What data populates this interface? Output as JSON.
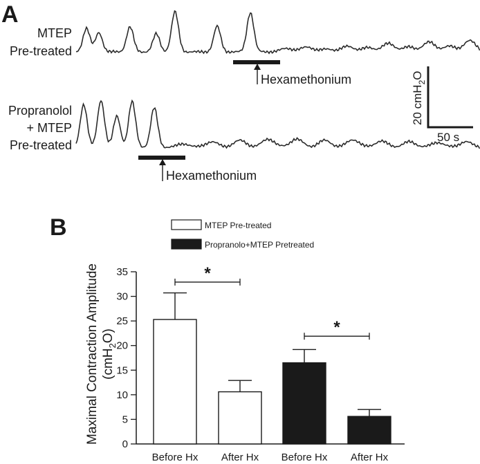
{
  "panel_a": {
    "letter": "A",
    "traces": [
      {
        "label_lines": [
          "MTEP",
          "Pre-treated"
        ],
        "drug_label": "Hexamethonium",
        "peaks_before": [
          34,
          28,
          36,
          26,
          58,
          37,
          57
        ],
        "peaks_after": [
          5,
          7,
          4,
          8,
          6,
          12,
          7,
          14,
          8,
          16
        ]
      },
      {
        "label_lines": [
          "Propranolol",
          "+ MTEP",
          "Pre-treated"
        ],
        "drug_label": "Hexamethonium",
        "peaks_before": [
          62,
          68,
          45,
          66,
          57
        ],
        "peaks_after": [
          5,
          8,
          10,
          12,
          12,
          10,
          11,
          9,
          8,
          7,
          8
        ]
      }
    ],
    "scale_bar": {
      "vertical_label": "20 cmH",
      "vertical_sub": "2",
      "vertical_suffix": "O",
      "horizontal_label": "50 s"
    }
  },
  "panel_b": {
    "letter": "B"
  },
  "chart_data": {
    "type": "bar",
    "categories": [
      "Before Hx",
      "After Hx",
      "Before Hx",
      "After Hx"
    ],
    "series": [
      {
        "name": "MTEP Pre-treated",
        "values": [
          25.3,
          10.6,
          null,
          null
        ],
        "errors": [
          5.4,
          2.3,
          null,
          null
        ],
        "color": "#ffffff"
      },
      {
        "name": "Propranolo+MTEP Pretreated",
        "values": [
          null,
          null,
          16.5,
          5.6
        ],
        "errors": [
          null,
          null,
          2.7,
          1.4
        ],
        "color": "#1a1a1a"
      }
    ],
    "ylabel_main": "Maximal Contraction Amplitude",
    "ylabel_unit_prefix": "(cmH",
    "ylabel_unit_sub": "2",
    "ylabel_unit_suffix": "O)",
    "ylim": [
      0,
      35
    ],
    "yticks": [
      "0",
      "5",
      "10",
      "15",
      "20",
      "25",
      "30",
      "35"
    ],
    "significance": [
      {
        "from": 0,
        "to": 1,
        "label": "*",
        "level": 32.9
      },
      {
        "from": 2,
        "to": 3,
        "label": "*",
        "level": 21.9
      }
    ],
    "legend": {
      "placement": "top"
    }
  }
}
